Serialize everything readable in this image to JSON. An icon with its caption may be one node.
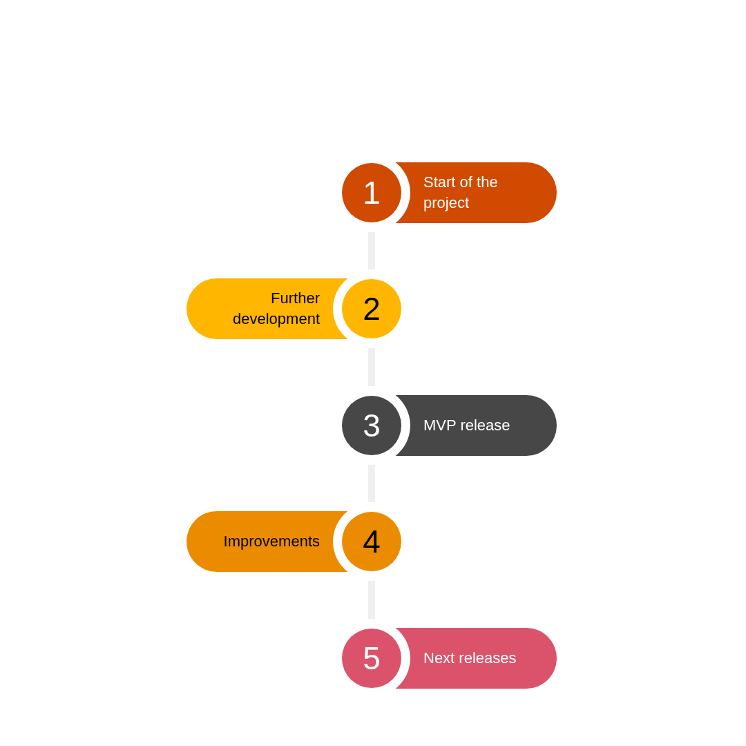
{
  "diagram": {
    "nodes": [
      {
        "text": [
          "1"
        ]
      },
      {
        "text": [
          "Start of the project"
        ]
      },
      {
        "text": [
          "Further development"
        ]
      },
      {
        "text": [
          "2"
        ]
      },
      {
        "text": [
          "3"
        ]
      },
      {
        "text": [
          "MVP release"
        ]
      },
      {
        "text": [
          "Improvements"
        ]
      },
      {
        "text": [
          "4"
        ]
      },
      {
        "text": [
          "5"
        ]
      },
      {
        "text": [
          "Next releases"
        ]
      }
    ],
    "edges": [
      {
        "from": 0,
        "to": 3,
        "arrow": "none"
      },
      {
        "from": 3,
        "to": 4,
        "arrow": "none"
      },
      {
        "from": 4,
        "to": 7,
        "arrow": "none"
      },
      {
        "from": 7,
        "to": 8,
        "arrow": "none"
      }
    ]
  }
}
